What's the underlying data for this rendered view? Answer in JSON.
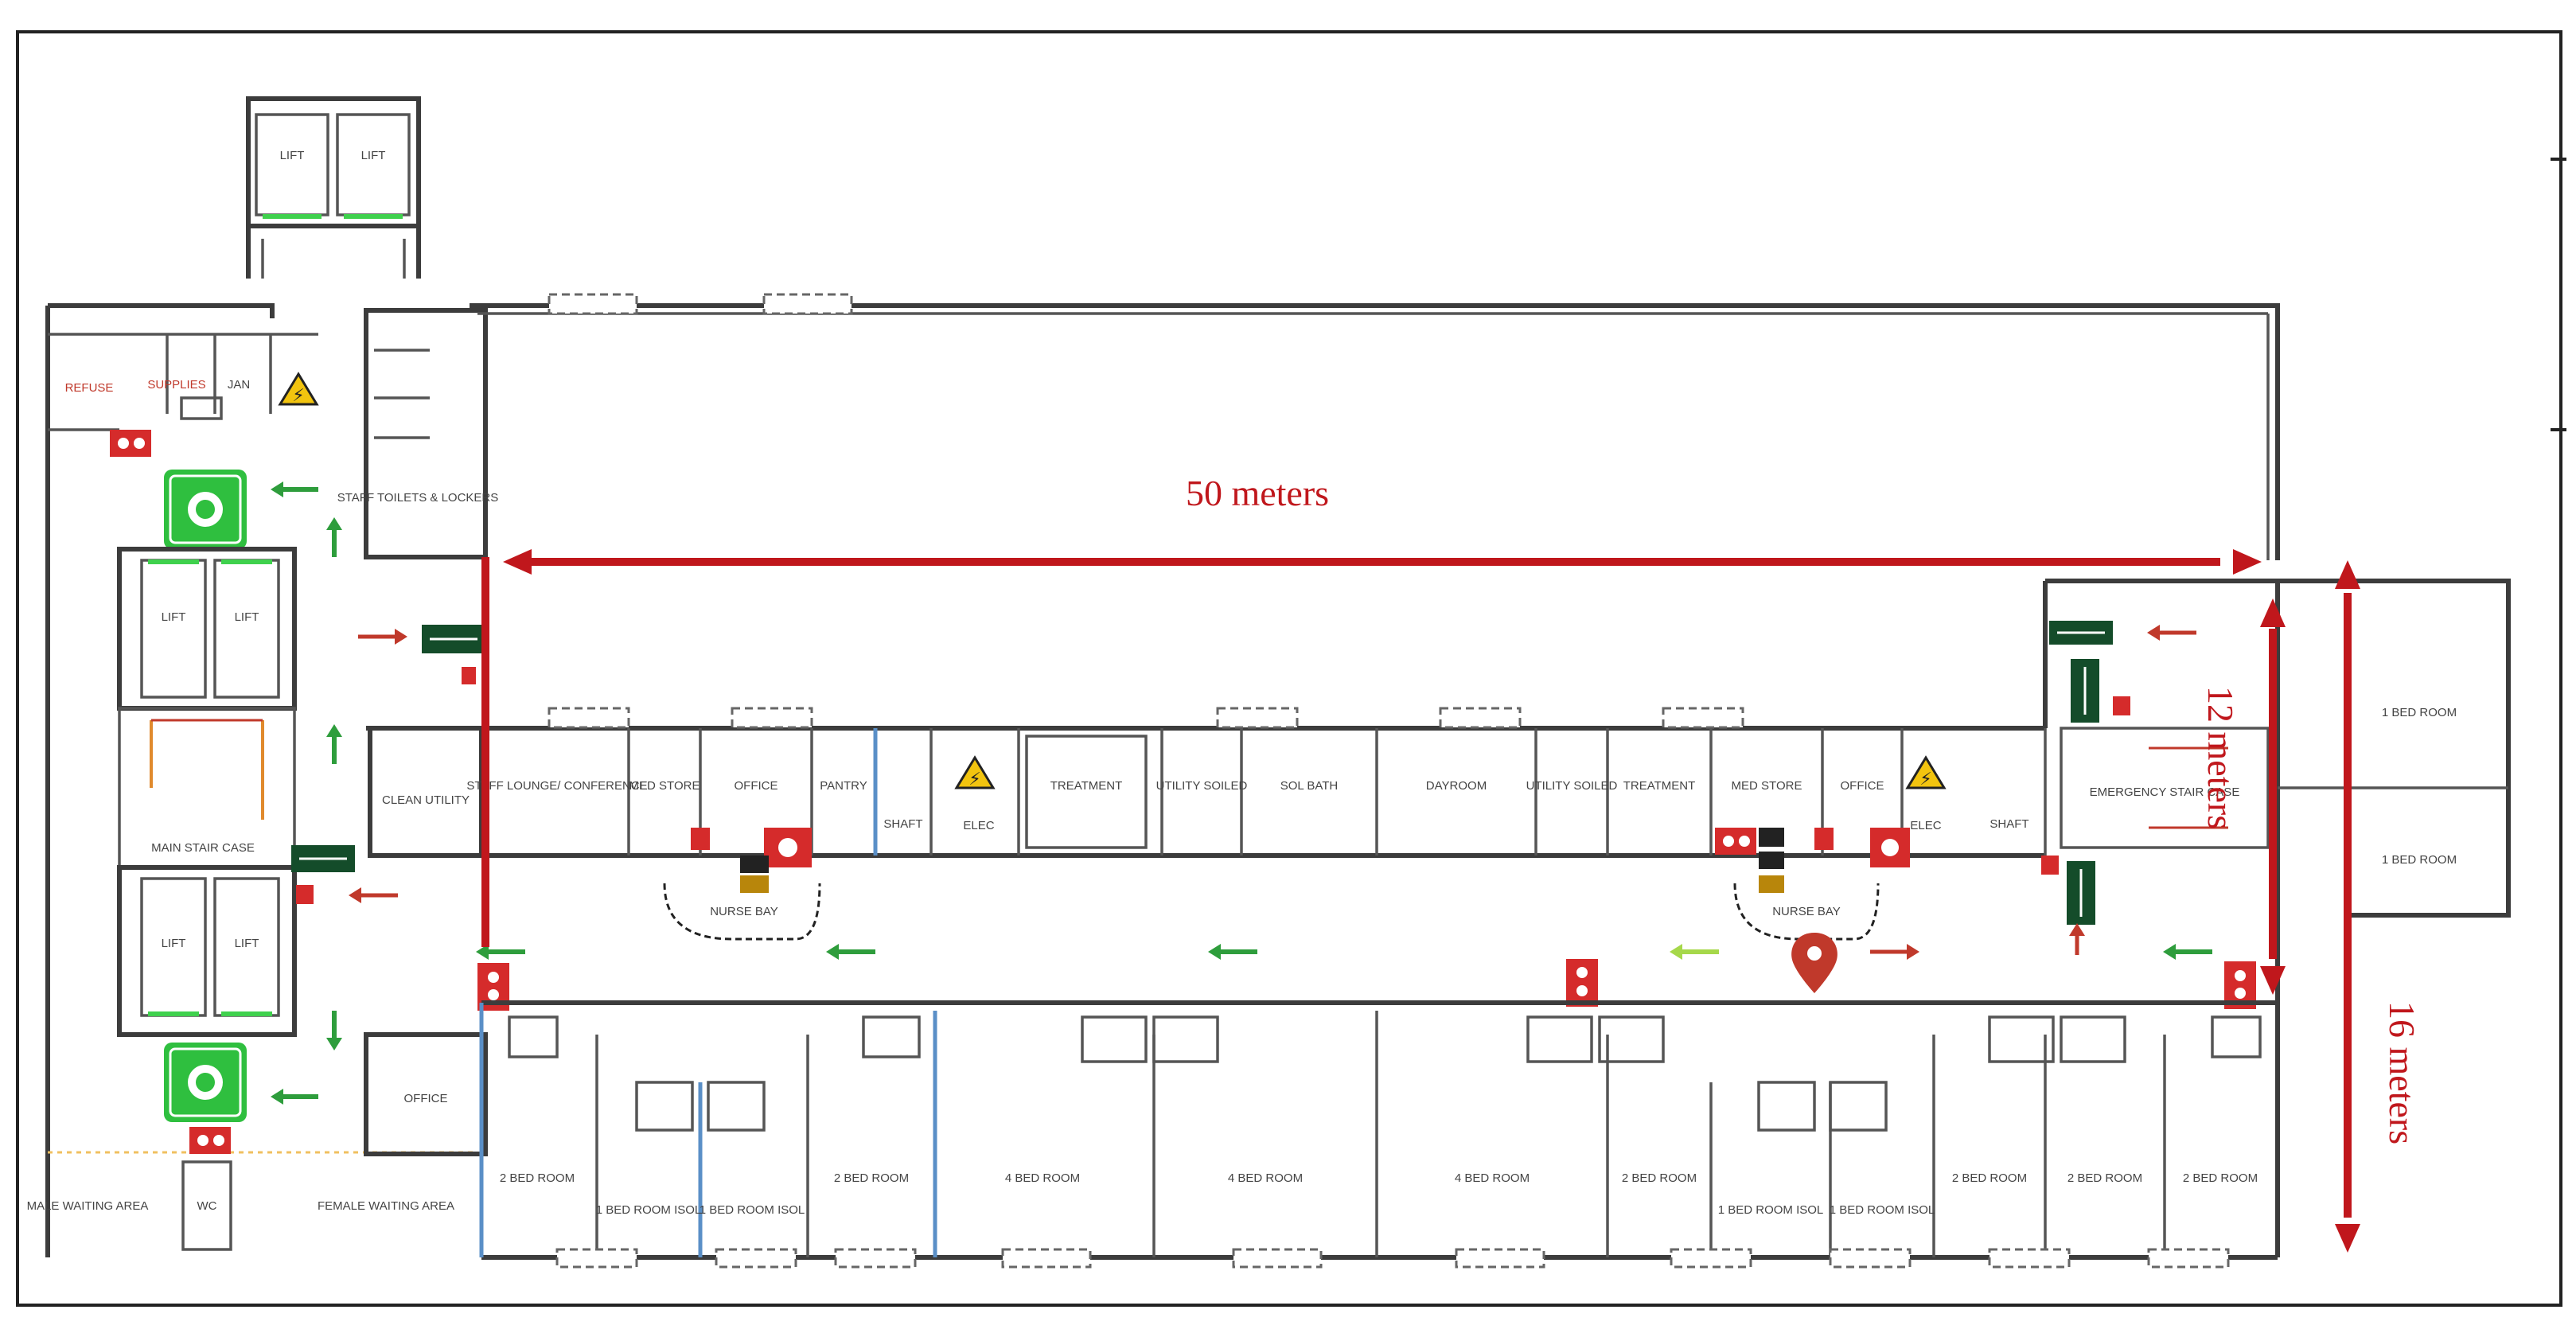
{
  "title": "",
  "dimensions": {
    "length": "50 meters",
    "corridor_width": "12 meters",
    "total_width": "16 meters"
  },
  "rooms": {
    "refuse": "REFUSE",
    "supplies": "SUPPLIES",
    "jan": "JAN",
    "staff_toilets": "STAFF TOILETS & LOCKERS",
    "lift": "LIFT",
    "main_stair": "MAIN STAIR CASE",
    "clean_utility": "CLEAN UTILITY",
    "staff_lounge": "STAFF LOUNGE/ CONFERENCE",
    "med_store": "MED STORE",
    "office": "OFFICE",
    "pantry": "PANTRY",
    "shaft": "SHAFT",
    "elec": "ELEC",
    "treatment": "TREATMENT",
    "dirty_utility": "UTILITY SOILED",
    "sol_bath": "SOL BATH",
    "dayroom": "DAYROOM",
    "emergency_stair": "EMERGENCY STAIR CASE",
    "nurse_bay": "NURSE BAY",
    "one_bed": "1 BED ROOM",
    "one_bed_isol": "1 BED ROOM ISOL",
    "two_bed": "2 BED ROOM",
    "four_bed": "4 BED ROOM",
    "male_waiting": "MALE WAITING AREA",
    "female_waiting": "FEMALE WAITING AREA",
    "wc": "WC"
  },
  "colors": {
    "dimension": "#c0171c",
    "exit_arrow": "#2e9d3c",
    "fire_equipment": "#d52b2b",
    "assembly": "#2fbf3f",
    "wall": "#3c3c3c"
  },
  "icons": [
    "fire-extinguisher-icon",
    "assembly-point-icon",
    "electrical-hazard-icon",
    "exit-sign-icon",
    "location-pin-icon"
  ]
}
